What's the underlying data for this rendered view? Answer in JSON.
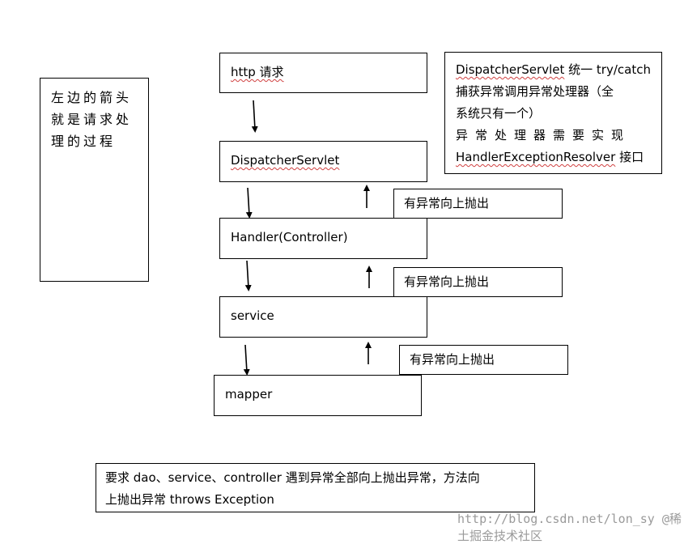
{
  "side_note": {
    "lines": [
      "左边的箭头",
      "就是请求处",
      "理的过程"
    ]
  },
  "flow": {
    "http": "http 请求",
    "dispatcher": "DispatcherServlet",
    "handler": "Handler(Controller)",
    "service": "service",
    "mapper": "mapper"
  },
  "exception_labels": [
    "有异常向上抛出",
    "有异常向上抛出",
    "有异常向上抛出"
  ],
  "info_note": {
    "l1_a": "DispatcherServlet",
    "l1_b": " 统一 try/catch",
    "l2": "捕获异常调用异常处理器（全",
    "l3": "系统只有一个）",
    "l4": "异常处理器需要实现",
    "l5_a": "HandlerExceptionResolver",
    "l5_b": " 接口"
  },
  "bottom_note": {
    "l1": "要求 dao、service、controller 遇到异常全部向上抛出异常，方法向",
    "l2": "上抛出异常 throws Exception"
  },
  "watermark": "http://blog.csdn.net/lon_sy @稀土掘金技术社区"
}
